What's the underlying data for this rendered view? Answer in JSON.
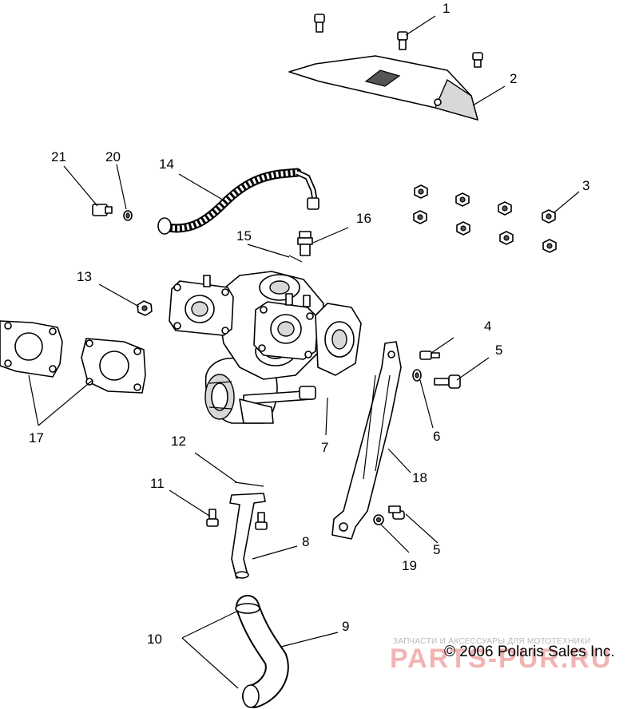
{
  "callouts": {
    "c1": "1",
    "c2": "2",
    "c3": "3",
    "c4": "4",
    "c5a": "5",
    "c5b": "5",
    "c6": "6",
    "c7": "7",
    "c8": "8",
    "c9": "9",
    "c10": "10",
    "c11": "11",
    "c12": "12",
    "c13": "13",
    "c14": "14",
    "c15": "15",
    "c16": "16",
    "c17": "17",
    "c18": "18",
    "c19": "19",
    "c20": "20",
    "c21": "21"
  },
  "watermark": {
    "small": "ЗАПЧАСТИ И АКСЕССУАРЫ ДЛЯ МОТОТЕХНИКИ",
    "big": "PARTS-PUR.RU"
  },
  "copyright": "© 2006 Polaris Sales Inc.",
  "colors": {
    "line": "#000000",
    "watermark": "#f2b3b3",
    "shade": "#d8d8d8"
  }
}
